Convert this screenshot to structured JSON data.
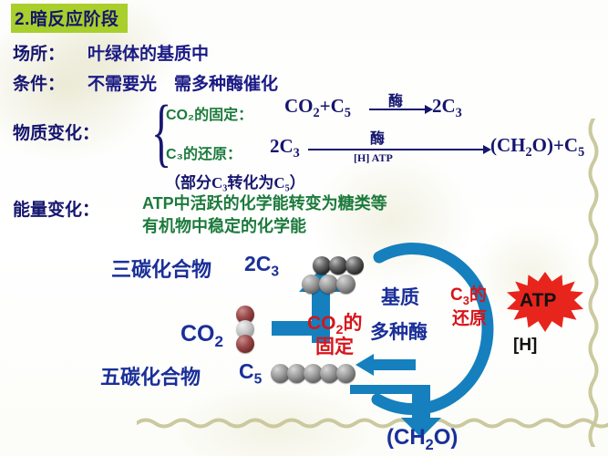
{
  "slide": {
    "title": "2.暗反应阶段",
    "title_highlight_color": "#a8cf2c"
  },
  "rows": [
    {
      "label": "场所：",
      "value": "叶绿体的基质中"
    },
    {
      "label": "条件：",
      "value": "不需要光　需多种酶催化"
    },
    {
      "label": "物质变化："
    },
    {
      "label": "能量变化："
    }
  ],
  "material_change": {
    "item1_label": "CO₂的固定：",
    "item1_left": "CO",
    "item1_left_sub": "2",
    "item1_plus": "+C",
    "item1_plus_sub": "5",
    "item1_enzyme": "酶",
    "item1_right": "2C",
    "item1_right_sub": "3",
    "item2_label": "C₃的还原：",
    "item2_left": "2C",
    "item2_left_sub": "3",
    "item2_enzyme": "酶",
    "item2_under": "[H] ATP",
    "item2_right": "(CH",
    "item2_right_sub": "2",
    "item2_right_tail": "O)+C",
    "item2_right_tail_sub": "5",
    "item3_note": "（部分C₃转化为C₅）"
  },
  "energy_change": {
    "line1": "ATP中活跃的化学能转变为糖类等",
    "line2": "有机物中稳定的化学能"
  },
  "diagram": {
    "three_carbon_label": "三碳化合物",
    "three_carbon_formula": "2C",
    "three_carbon_sub": "3",
    "five_carbon_label": "五碳化合物",
    "five_carbon_formula": "C",
    "five_carbon_sub": "5",
    "co2_label": "CO",
    "co2_sub": "2",
    "fixation_line1": "CO",
    "fixation_line1_sub": "2",
    "fixation_line1_tail": "的",
    "fixation_line2": "固定",
    "stroma_label": "基质",
    "enzymes_label": "多种酶",
    "reduction_line1": "C",
    "reduction_line1_sub": "3",
    "reduction_line1_tail": "的",
    "reduction_line2": "还原",
    "atp_label": "ATP",
    "h_label": "[H]",
    "product_label": "(CH",
    "product_sub": "2",
    "product_tail": "O)"
  },
  "colors": {
    "dark_blue": "#15156e",
    "green": "#1c7a3c",
    "red": "#d6151b",
    "cycle_blue": "#1580bd",
    "atp_red": "#e8251c",
    "wave_khaki": "#c9c79a"
  }
}
